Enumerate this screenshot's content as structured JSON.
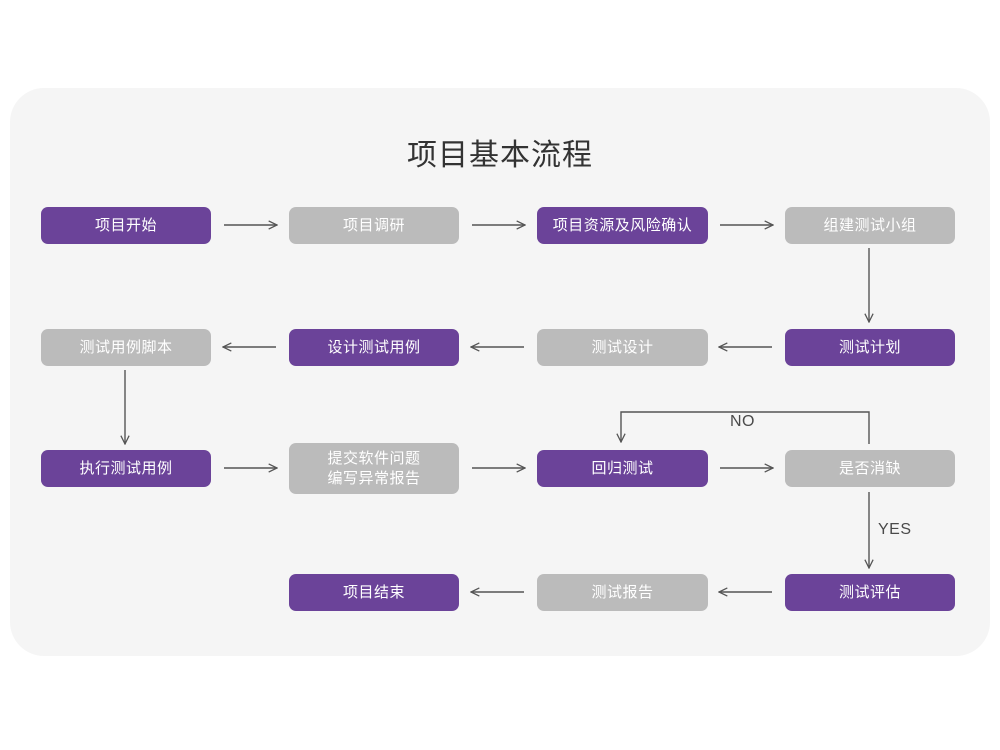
{
  "page": {
    "background": "#ffffff",
    "card_background": "#f5f5f5",
    "title": "项目基本流程"
  },
  "colors": {
    "purple": "#6b4399",
    "gray": "#bbbbbb",
    "line": "#555555",
    "title_text": "#333333",
    "node_text": "#ffffff",
    "label_text": "#4a4a4a"
  },
  "nodes": {
    "n1": {
      "label": "项目开始",
      "style": "purple"
    },
    "n2": {
      "label": "项目调研",
      "style": "gray"
    },
    "n3": {
      "label": "项目资源及风险确认",
      "style": "purple"
    },
    "n4": {
      "label": "组建测试小组",
      "style": "gray"
    },
    "n5": {
      "label": "测试计划",
      "style": "purple"
    },
    "n6": {
      "label": "测试设计",
      "style": "gray"
    },
    "n7": {
      "label": "设计测试用例",
      "style": "purple"
    },
    "n8": {
      "label": "测试用例脚本",
      "style": "gray"
    },
    "n9": {
      "label": "执行测试用例",
      "style": "purple"
    },
    "n10": {
      "label": "提交软件问题\n编写异常报告",
      "style": "gray"
    },
    "n11": {
      "label": "回归测试",
      "style": "purple"
    },
    "n12": {
      "label": "是否消缺",
      "style": "gray"
    },
    "n13": {
      "label": "测试评估",
      "style": "purple"
    },
    "n14": {
      "label": "测试报告",
      "style": "gray"
    },
    "n15": {
      "label": "项目结束",
      "style": "purple"
    }
  },
  "edge_labels": {
    "no": "NO",
    "yes": "YES"
  }
}
